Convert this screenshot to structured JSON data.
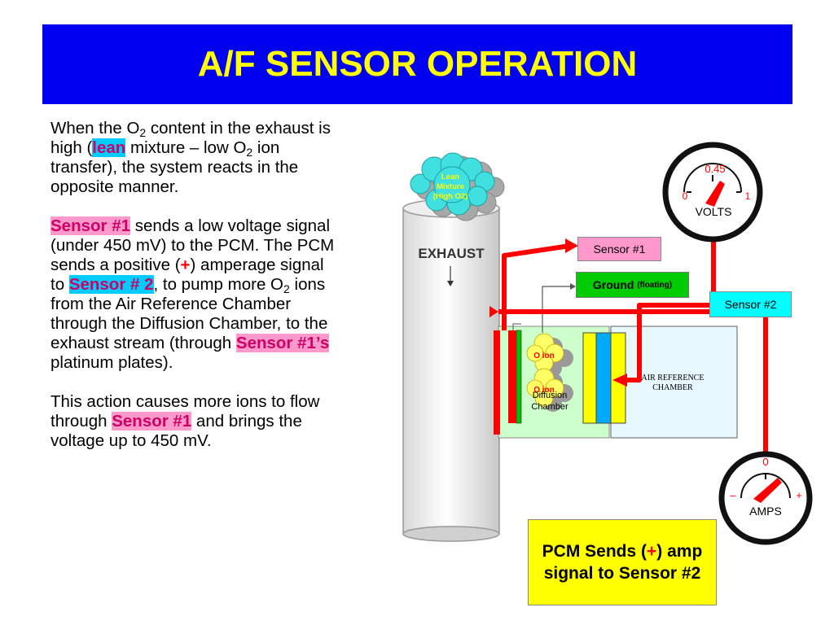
{
  "title": "A/F SENSOR OPERATION",
  "paragraph1": {
    "part1": "When the O",
    "sub1": "2",
    "part2": " content in the exhaust is high (",
    "lean": "lean",
    "part3": " mixture – low O",
    "sub2": "2",
    "part4": " ion transfer), the system reacts in the opposite manner."
  },
  "paragraph2": {
    "sensor1": "Sensor #1",
    "part1": " sends a low voltage signal (under 450 mV) to the PCM. The PCM sends a positive (",
    "plus": "+",
    "part2": ") amperage signal to ",
    "sensor2": "Sensor # 2",
    "part3": ", to pump more O",
    "sub": "2",
    "part4": " ions from the Air Reference Chamber through the Diffusion Chamber, to the exhaust stream (through ",
    "sensor1s": "Sensor #1’s",
    "part5": " platinum plates)."
  },
  "paragraph3": {
    "part1": "This action causes more ions to flow through ",
    "sensor1": "Sensor #1",
    "part2": " and brings the voltage up to 450 mV."
  },
  "diagram": {
    "cloud_text": "Lean Mixture (High O2)",
    "exhaust_label": "EXHAUST",
    "sensor1_label": "Sensor #1",
    "ground_label": "Ground",
    "ground_note": "(floating)",
    "sensor2_label": "Sensor #2",
    "diffusion_label": "Diffusion Chamber",
    "air_ref_label": "AIR REFERENCE CHAMBER",
    "ion_label": "O ion",
    "volts_meter": {
      "value_label": "0.45",
      "min": "0",
      "max": "1",
      "unit": "VOLTS"
    },
    "amps_meter": {
      "value_label": "0",
      "minus": "–",
      "plus": "+",
      "unit": "AMPS"
    },
    "caption": {
      "part1": "PCM Sends (",
      "plus": "+",
      "part2": ") amp signal to Sensor #2"
    }
  },
  "colors": {
    "title_bg": "#0000f0",
    "title_text": "#ffff00",
    "wire_red": "#ff0000",
    "sensor1_box": "#ff99cc",
    "ground_box": "#00cc00",
    "sensor2_box": "#00ffff",
    "caption_bg": "#ffff00"
  }
}
